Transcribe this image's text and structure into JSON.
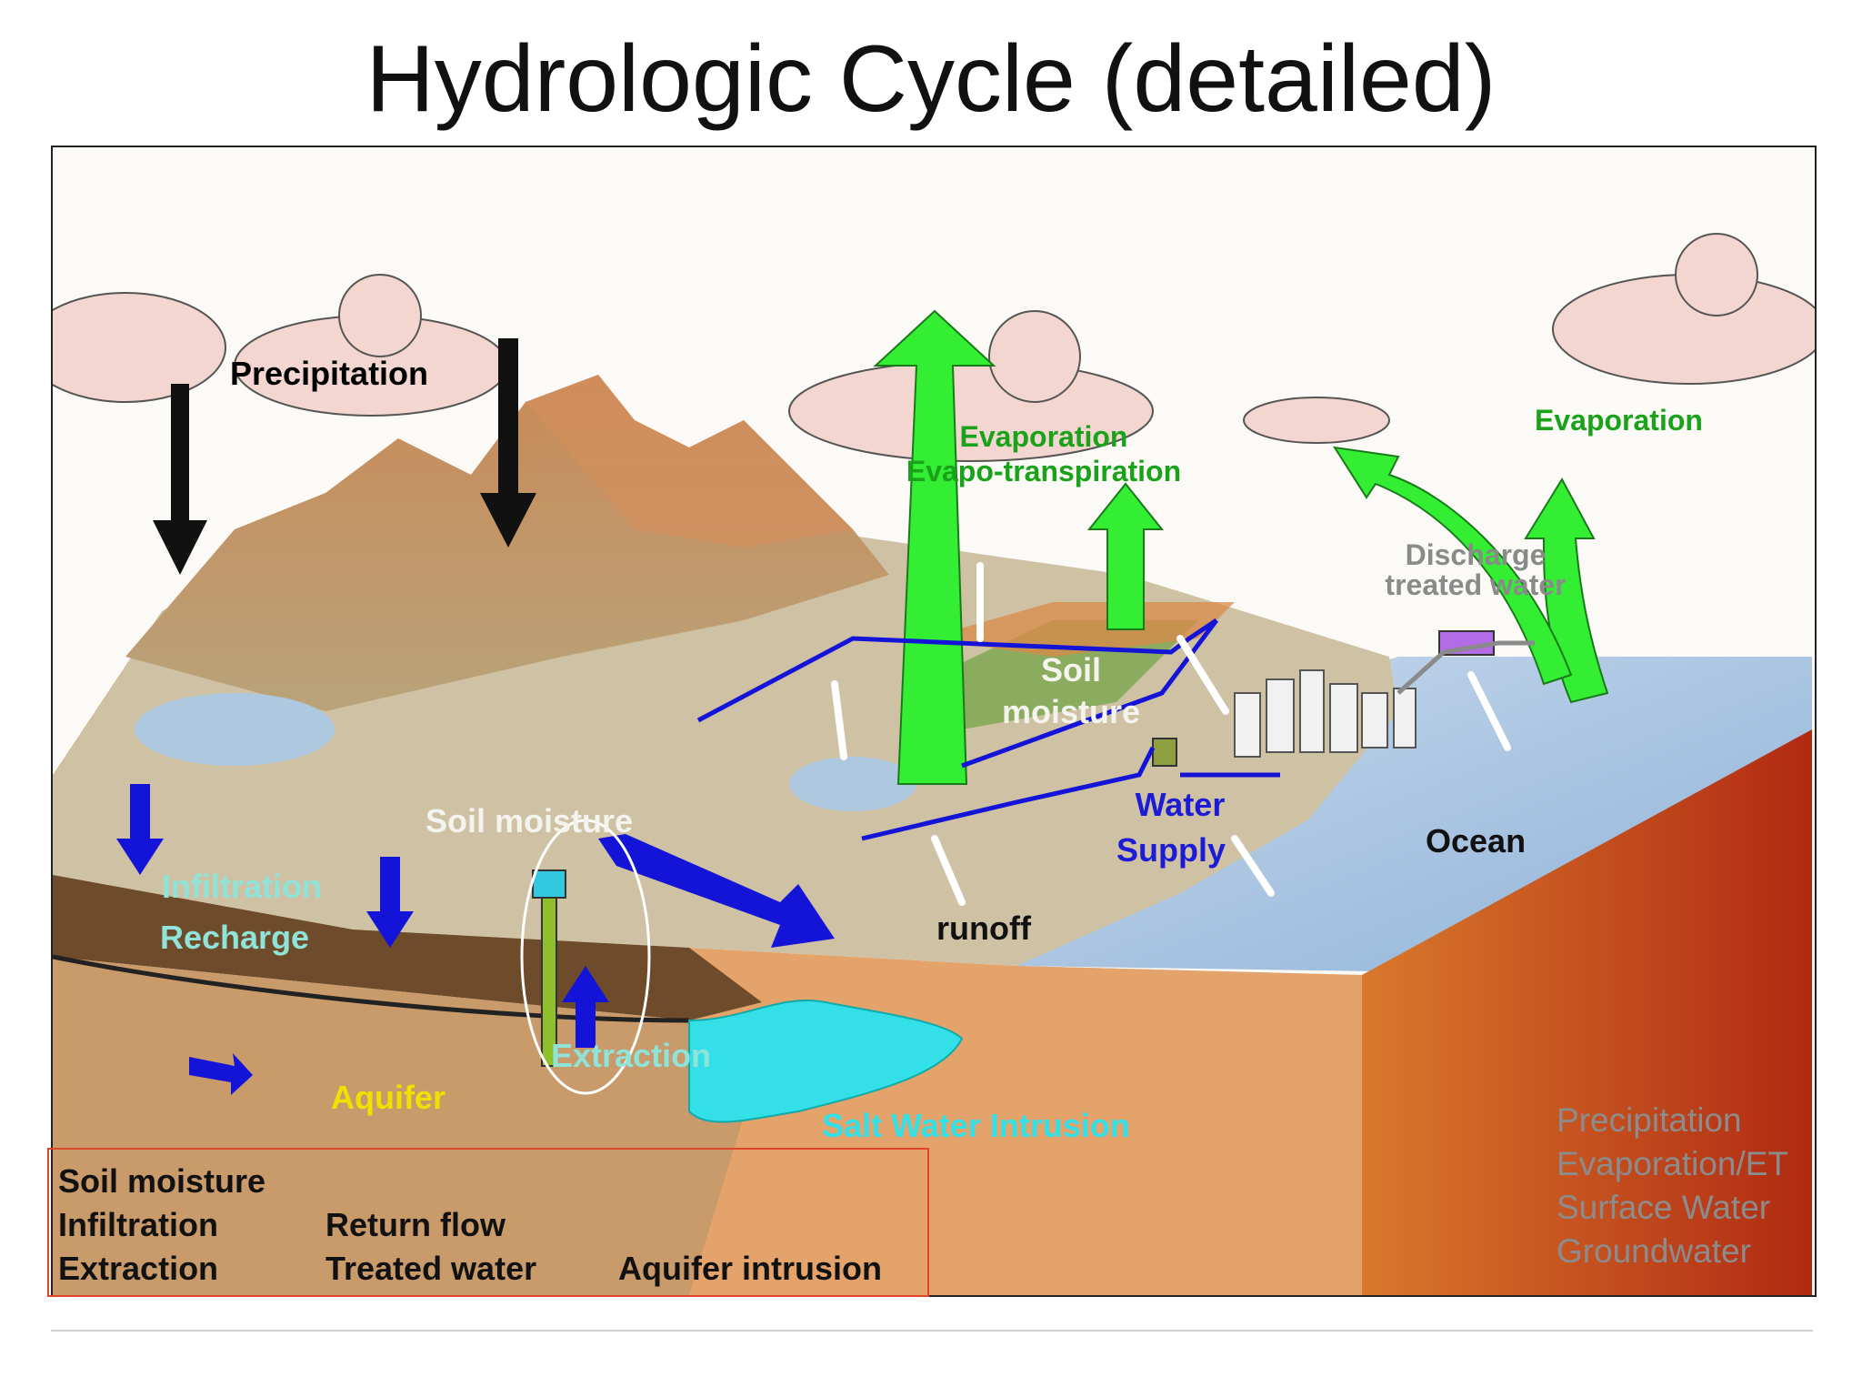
{
  "title": "Hydrologic Cycle (detailed)",
  "diagram": {
    "labels": {
      "precipitation": "Precipitation",
      "evaporation_1": "Evaporation",
      "evapo_transpiration": "Evapo-transpiration",
      "evaporation_2": "Evaporation",
      "discharge_line1": "Discharge",
      "discharge_line2": "treated water",
      "soil_moisture_field_line1": "Soil",
      "soil_moisture_field_line2": "moisture",
      "soil_moisture_slope": "Soil moisture",
      "water_line1": "Water",
      "water_line2": "Supply",
      "ocean": "Ocean",
      "infiltration": "Infiltration",
      "recharge": "Recharge",
      "runoff": "runoff",
      "extraction": "Extraction",
      "aquifer": "Aquifer",
      "salt_water_intrusion": "Salt Water Intrusion"
    },
    "colors": {
      "precipitation": "#111111",
      "evaporation": "#1aa31a",
      "evap_arrow": "#33ee33",
      "discharge": "#8a8a8a",
      "soil_moisture": "#f4f4ee",
      "water_supply": "#1c1cd6",
      "ocean_label": "#111111",
      "infiltration": "#8fe3d8",
      "runoff": "#111111",
      "extraction": "#8fe3d8",
      "aquifer": "#f2e000",
      "salt_water": "#33e0e8",
      "blue_arrow": "#1414d8",
      "ocean": "#a9c6e3",
      "land": "#cfc1a3",
      "soil": "#6e4b2a",
      "aquifer_layer": "#c99a6a",
      "red_outline": "#e0452c"
    }
  },
  "legend_right": [
    "Precipitation",
    "Evaporation/ET",
    "Surface Water",
    "Groundwater"
  ],
  "key_box": {
    "col1": [
      "Soil moisture",
      "Infiltration",
      "Extraction"
    ],
    "col2": [
      "Return flow",
      "Treated water"
    ],
    "col3": [
      "Aquifer intrusion"
    ]
  }
}
